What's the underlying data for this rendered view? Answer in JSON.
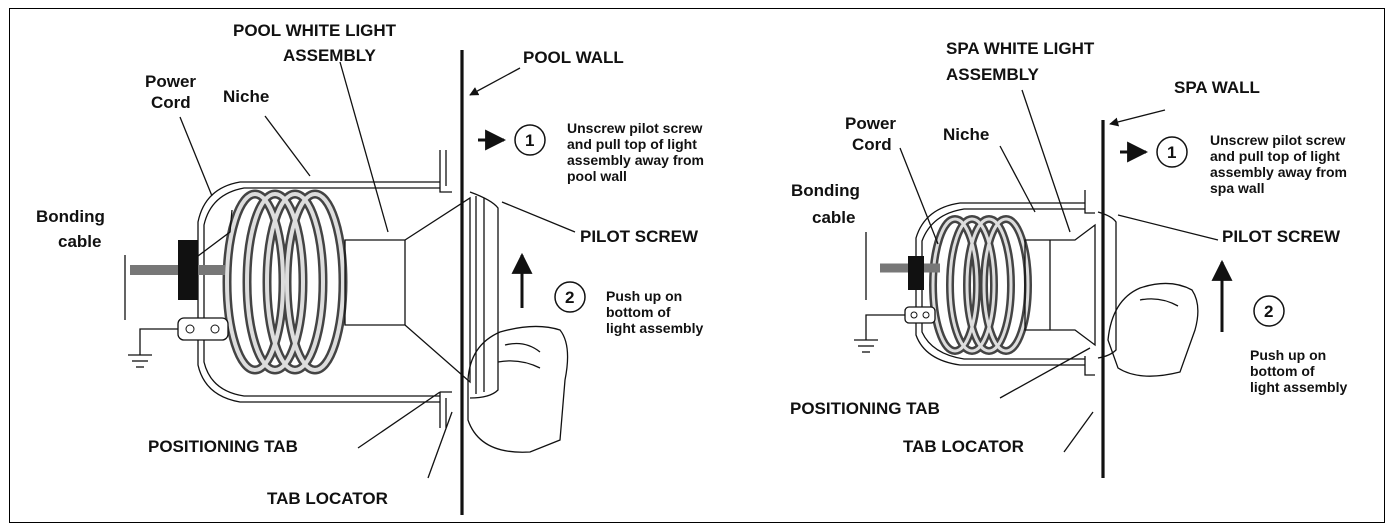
{
  "left_panel": {
    "assembly_label": [
      "POOL WHITE LIGHT",
      "ASSEMBLY"
    ],
    "wall_label": "POOL WALL",
    "power_cord_label": [
      "Power",
      "Cord"
    ],
    "niche_label": "Niche",
    "bonding_label": [
      "Bonding",
      "cable"
    ],
    "pilot_screw_label": "PILOT SCREW",
    "positioning_tab_label": "POSITIONING TAB",
    "tab_locator_label": "TAB LOCATOR",
    "step1": {
      "number": "1",
      "text": [
        "Unscrew pilot screw",
        "and pull top of light",
        "assembly away from",
        "pool wall"
      ]
    },
    "step2": {
      "number": "2",
      "text": [
        "Push up on",
        "bottom of",
        "light assembly"
      ]
    }
  },
  "right_panel": {
    "assembly_label": [
      "SPA WHITE LIGHT",
      "ASSEMBLY"
    ],
    "wall_label": "SPA WALL",
    "power_cord_label": [
      "Power",
      "Cord"
    ],
    "niche_label": "Niche",
    "bonding_label": [
      "Bonding",
      "cable"
    ],
    "pilot_screw_label": "PILOT SCREW",
    "positioning_tab_label": "POSITIONING TAB",
    "tab_locator_label": "TAB LOCATOR",
    "step1": {
      "number": "1",
      "text": [
        "Unscrew pilot screw",
        "and pull top of light",
        "assembly away from",
        "spa wall"
      ]
    },
    "step2": {
      "number": "2",
      "text": [
        "Push up on",
        "bottom of",
        "light assembly"
      ]
    }
  }
}
